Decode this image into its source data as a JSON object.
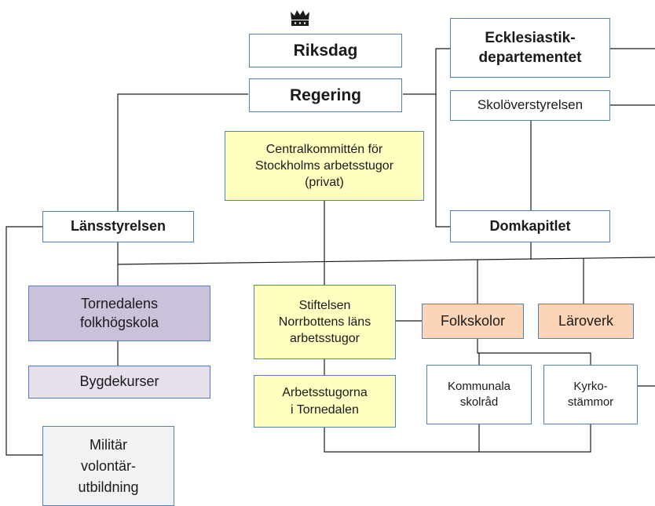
{
  "colors": {
    "border": "#4f81bd",
    "line": "#1a1a1a",
    "yellow": "#ffffc0",
    "purple": "#ccc1da",
    "light_purple": "#e5e0ec",
    "peach": "#fbd5b5",
    "gray": "#f2f2f2"
  },
  "icons": {
    "crown": "crown-icon"
  },
  "nodes": {
    "riksdag": "Riksdag",
    "regering": "Regering",
    "ecklesiastik_line1": "Ecklesiastik-",
    "ecklesiastik_line2": "departementet",
    "skoloverstyrelsen": "Skolöverstyrelsen",
    "centralkommitten_line1": "Centralkommittén för",
    "centralkommitten_line2": "Stockholms arbetsstugor",
    "centralkommitten_line3": "(privat)",
    "lansstyrelsen": "Länsstyrelsen",
    "domkapitlet": "Domkapitlet",
    "tornedalens_line1": "Tornedalens",
    "tornedalens_line2": "folkhögskola",
    "stiftelsen_line1": "Stiftelsen",
    "stiftelsen_line2": "Norrbottens läns",
    "stiftelsen_line3": "arbetsstugor",
    "folkskolor": "Folkskolor",
    "laroverk": "Läroverk",
    "bygdekurser": "Bygdekurser",
    "kommunala_line1": "Kommunala",
    "kommunala_line2": "skolråd",
    "kyrko_line1": "Kyrko-",
    "kyrko_line2": "stämmor",
    "arbetsstugorna_line1": "Arbetsstugorna",
    "arbetsstugorna_line2": "i Tornedalen",
    "militar_line1": "Militär",
    "militar_line2": "volontär-",
    "militar_line3": "utbildning"
  }
}
